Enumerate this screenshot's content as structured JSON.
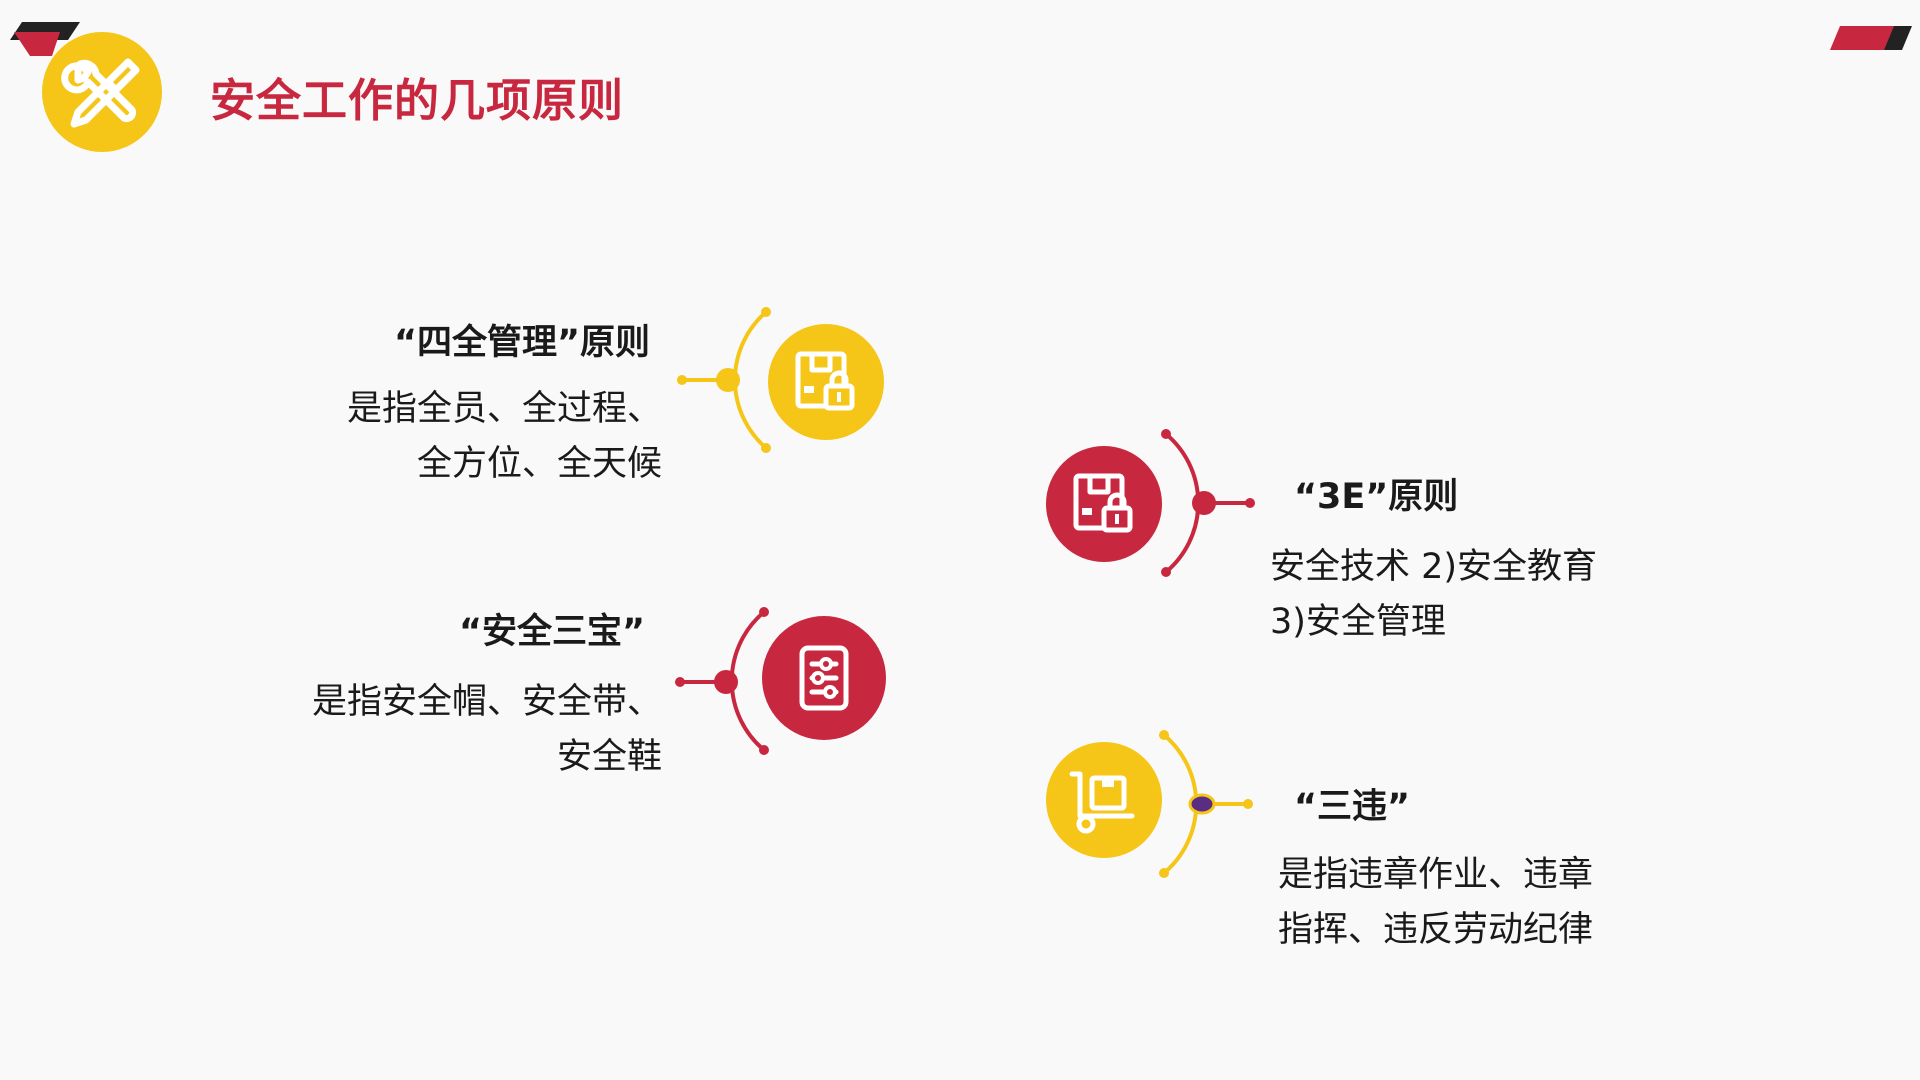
{
  "slide": {
    "title": "安全工作的几项原则",
    "colors": {
      "red": "#c8283f",
      "yellow": "#f5c518",
      "dark": "#222222"
    },
    "icons": {
      "header": "tools-icon"
    }
  },
  "items": [
    {
      "heading": "“四全管理”原则",
      "lines": [
        "是指全员、全过程、",
        "全方位、全天候"
      ],
      "icon": "box-lock-icon",
      "color": "yellow"
    },
    {
      "heading": "“安全三宝”",
      "lines": [
        "是指安全帽、安全带、",
        "安全鞋"
      ],
      "icon": "sliders-icon",
      "color": "red"
    },
    {
      "heading": "“3E”原则",
      "lines": [
        "安全技术 2)安全教育",
        "3)安全管理"
      ],
      "icon": "box-lock-icon",
      "color": "red"
    },
    {
      "heading": "“三违”",
      "lines": [
        "是指违章作业、违章",
        "指挥、违反劳动纪律"
      ],
      "icon": "hand-truck-icon",
      "color": "yellow"
    }
  ]
}
